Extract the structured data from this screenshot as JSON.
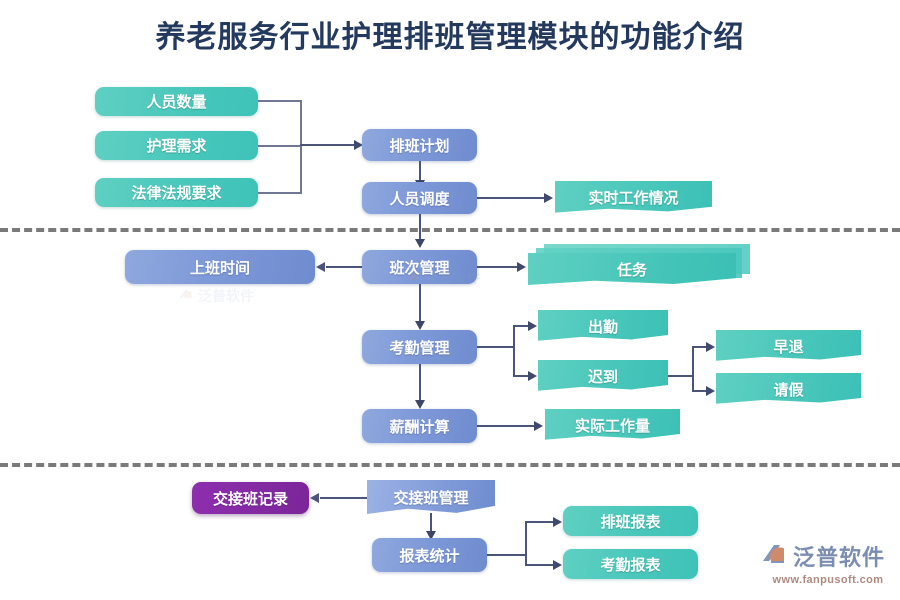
{
  "title": "养老服务行业护理排班管理模块的功能介绍",
  "sections": {
    "planning": {
      "inputs": [
        {
          "label": "人员数量"
        },
        {
          "label": "护理需求"
        },
        {
          "label": "法律法规要求"
        }
      ],
      "plan": "排班计划",
      "dispatch": "人员调度",
      "realtime": "实时工作情况"
    },
    "shift": {
      "work_time": "上班时间",
      "shift_mgmt": "班次管理",
      "task": "任务",
      "attendance_mgmt": "考勤管理",
      "attendance_items": [
        {
          "label": "出勤"
        },
        {
          "label": "迟到"
        }
      ],
      "leave_items": [
        {
          "label": "早退"
        },
        {
          "label": "请假"
        }
      ],
      "salary": "薪酬计算",
      "workload": "实际工作量"
    },
    "handover": {
      "record": "交接班记录",
      "mgmt": "交接班管理",
      "report_stat": "报表统计",
      "reports": [
        {
          "label": "排班报表"
        },
        {
          "label": "考勤报表"
        }
      ]
    }
  },
  "branding": {
    "logo_name": "泛普软件",
    "logo_url": "www.fanpusoft.com",
    "watermark_text": "泛普软件"
  },
  "colors": {
    "title": "#23395d",
    "teal": "#49c7bb",
    "blue": "#7e99d8",
    "purple": "#8e2fae",
    "divider": "#7a7a7a",
    "connector": "#4b5579"
  }
}
